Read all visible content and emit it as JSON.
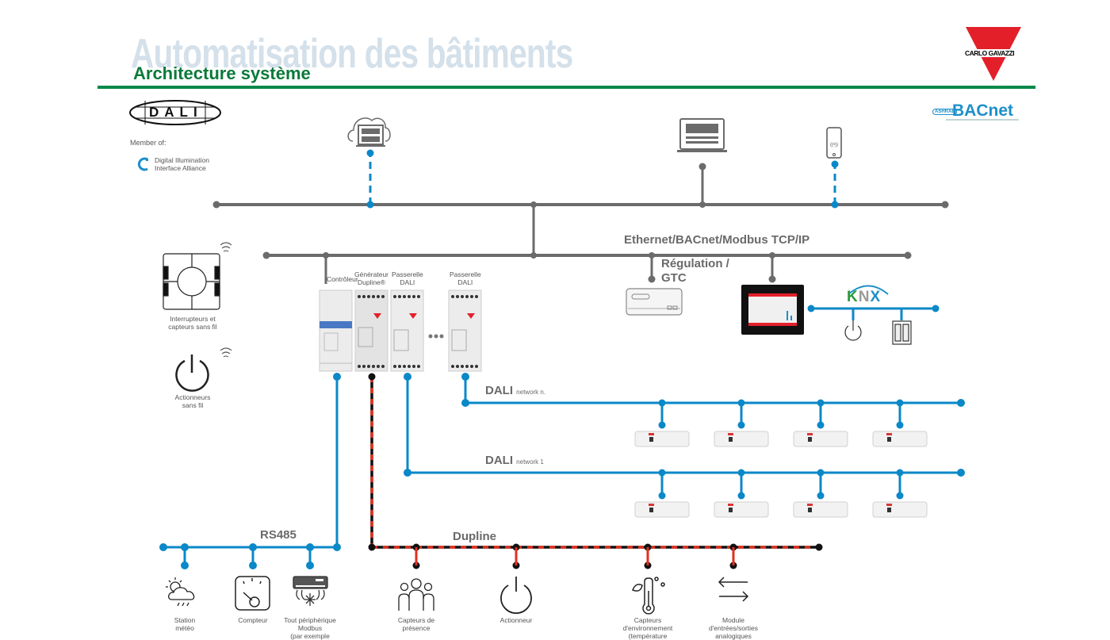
{
  "header": {
    "background_title": "Automatisation des bâtiments",
    "title": "Architecture système",
    "brand": "CARLO GAVAZZI"
  },
  "logos": {
    "dali": "DALI",
    "member_of": "Member of:",
    "dia_line1": "Digital Illumination",
    "dia_line2": "Interface Alliance",
    "bacnet": "BACnet",
    "ashrae": "ASHRAE",
    "knx": "KNX"
  },
  "colors": {
    "ethernet": "#6b6b6b",
    "dali": "#0a88c8",
    "dupline_a": "#111111",
    "dupline_b": "#e03020",
    "title_green": "#0a7a3a",
    "brand_red": "#e3202a"
  },
  "buses": {
    "ethernet": "Ethernet/BACnet/Modbus TCP/IP",
    "regulation": "Régulation /",
    "regulation2": "GTC",
    "rs485": "RS485",
    "dupline": "Dupline",
    "dali_n": "DALI",
    "dali_n_sub": "network n.",
    "dali_1": "DALI",
    "dali_1_sub": "network 1"
  },
  "modules": {
    "controller": "Contrôleur",
    "generator_1": "Générateur",
    "generator_2": "Dupline®",
    "gateway_1": "Passerelle",
    "gateway_2": "DALI",
    "gateway2_1": "Passerelle",
    "gateway2_2": "DALI",
    "ellipsis": "•••"
  },
  "wireless": {
    "switches_1": "Interrupteurs et",
    "switches_2": "capteurs sans fil",
    "actuators_1": "Actionneurs",
    "actuators_2": "sans fil"
  },
  "rs485_devices": [
    {
      "line1": "Station",
      "line2": "météo",
      "icon": "weather-icon"
    },
    {
      "line1": "Compteur",
      "line2": "",
      "icon": "meter-icon"
    },
    {
      "line1": "Tout périphérique",
      "line2": "Modbus",
      "line3": "(par exemple",
      "icon": "hvac-icon"
    }
  ],
  "dupline_devices": [
    {
      "line1": "Capteurs de",
      "line2": "présence",
      "icon": "people-icon"
    },
    {
      "line1": "Actionneur",
      "line2": "",
      "icon": "power-icon"
    },
    {
      "line1": "Capteurs",
      "line2": "d'environnement",
      "line3": "(température",
      "icon": "thermometer-icon"
    },
    {
      "line1": "Module",
      "line2": "d'entrées/sorties",
      "line3": "analogiques",
      "icon": "io-arrows-icon"
    }
  ]
}
